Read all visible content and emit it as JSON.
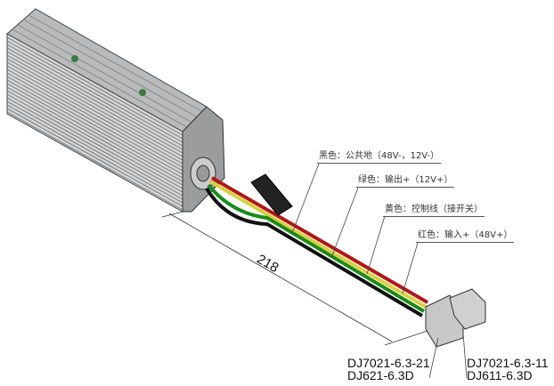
{
  "wire_labels": {
    "black": "黑色：公共地（48V-，12V-）",
    "green": "绿色：输出+（12V+）",
    "yellow": "黄色：控制线（接开关）",
    "red": "红色：输入+（48V+）"
  },
  "dimension": "218",
  "connectors": {
    "left": [
      "DJ7021-6.3-21",
      "DJ621-6.3D"
    ],
    "right": [
      "DJ7021-6.3-11",
      "DJ611-6.3D"
    ]
  },
  "colors": {
    "black_wire": "#111111",
    "green_wire": "#1a8a1a",
    "yellow_wire": "#d8d040",
    "red_wire": "#b01818",
    "body": "#c8cacc"
  }
}
